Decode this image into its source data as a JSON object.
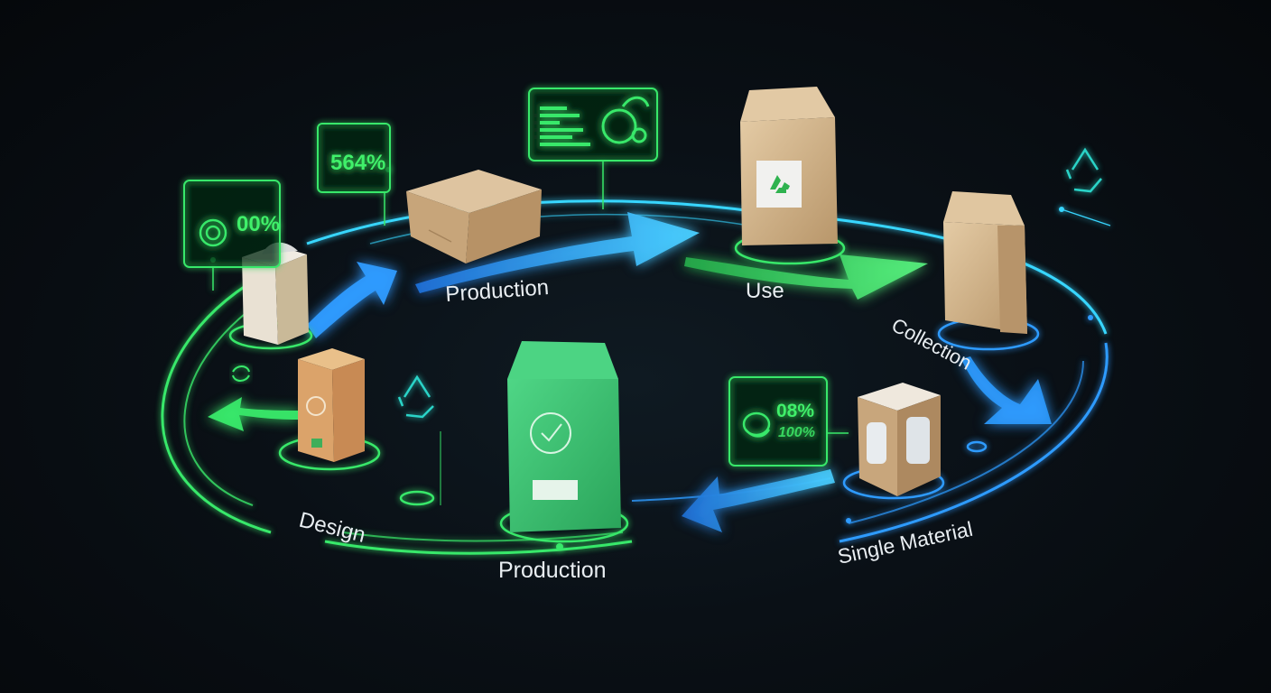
{
  "colors": {
    "green": "#38e86a",
    "blue": "#2e9bff",
    "cyan": "#37d6ff",
    "teal": "#2ad4c8",
    "kraft": "#d2b48c",
    "mint_bag": "#36c46e",
    "background": "#070b10"
  },
  "stages": [
    {
      "id": "production-top",
      "label": "Production"
    },
    {
      "id": "use",
      "label": "Use"
    },
    {
      "id": "collection",
      "label": "Collection"
    },
    {
      "id": "single-material",
      "label": "Single Material"
    },
    {
      "id": "production-bottom",
      "label": "Production"
    },
    {
      "id": "design",
      "label": "Design"
    }
  ],
  "panels": {
    "top_left_percent": "564%",
    "left_percent": "00%",
    "right_percent_main": "08%",
    "right_percent_sub": "100%"
  },
  "icons": [
    "recycle-icon",
    "gear-icon",
    "bar-chart-icon",
    "leaf-icon",
    "target-icon"
  ]
}
